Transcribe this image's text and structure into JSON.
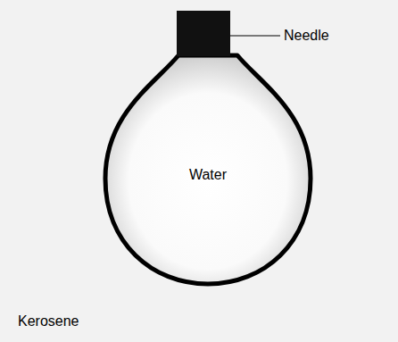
{
  "diagram": {
    "nodes": [
      {
        "text": [
          "Water"
        ]
      }
    ],
    "labels": [
      "Needle",
      "Kerosene"
    ]
  }
}
